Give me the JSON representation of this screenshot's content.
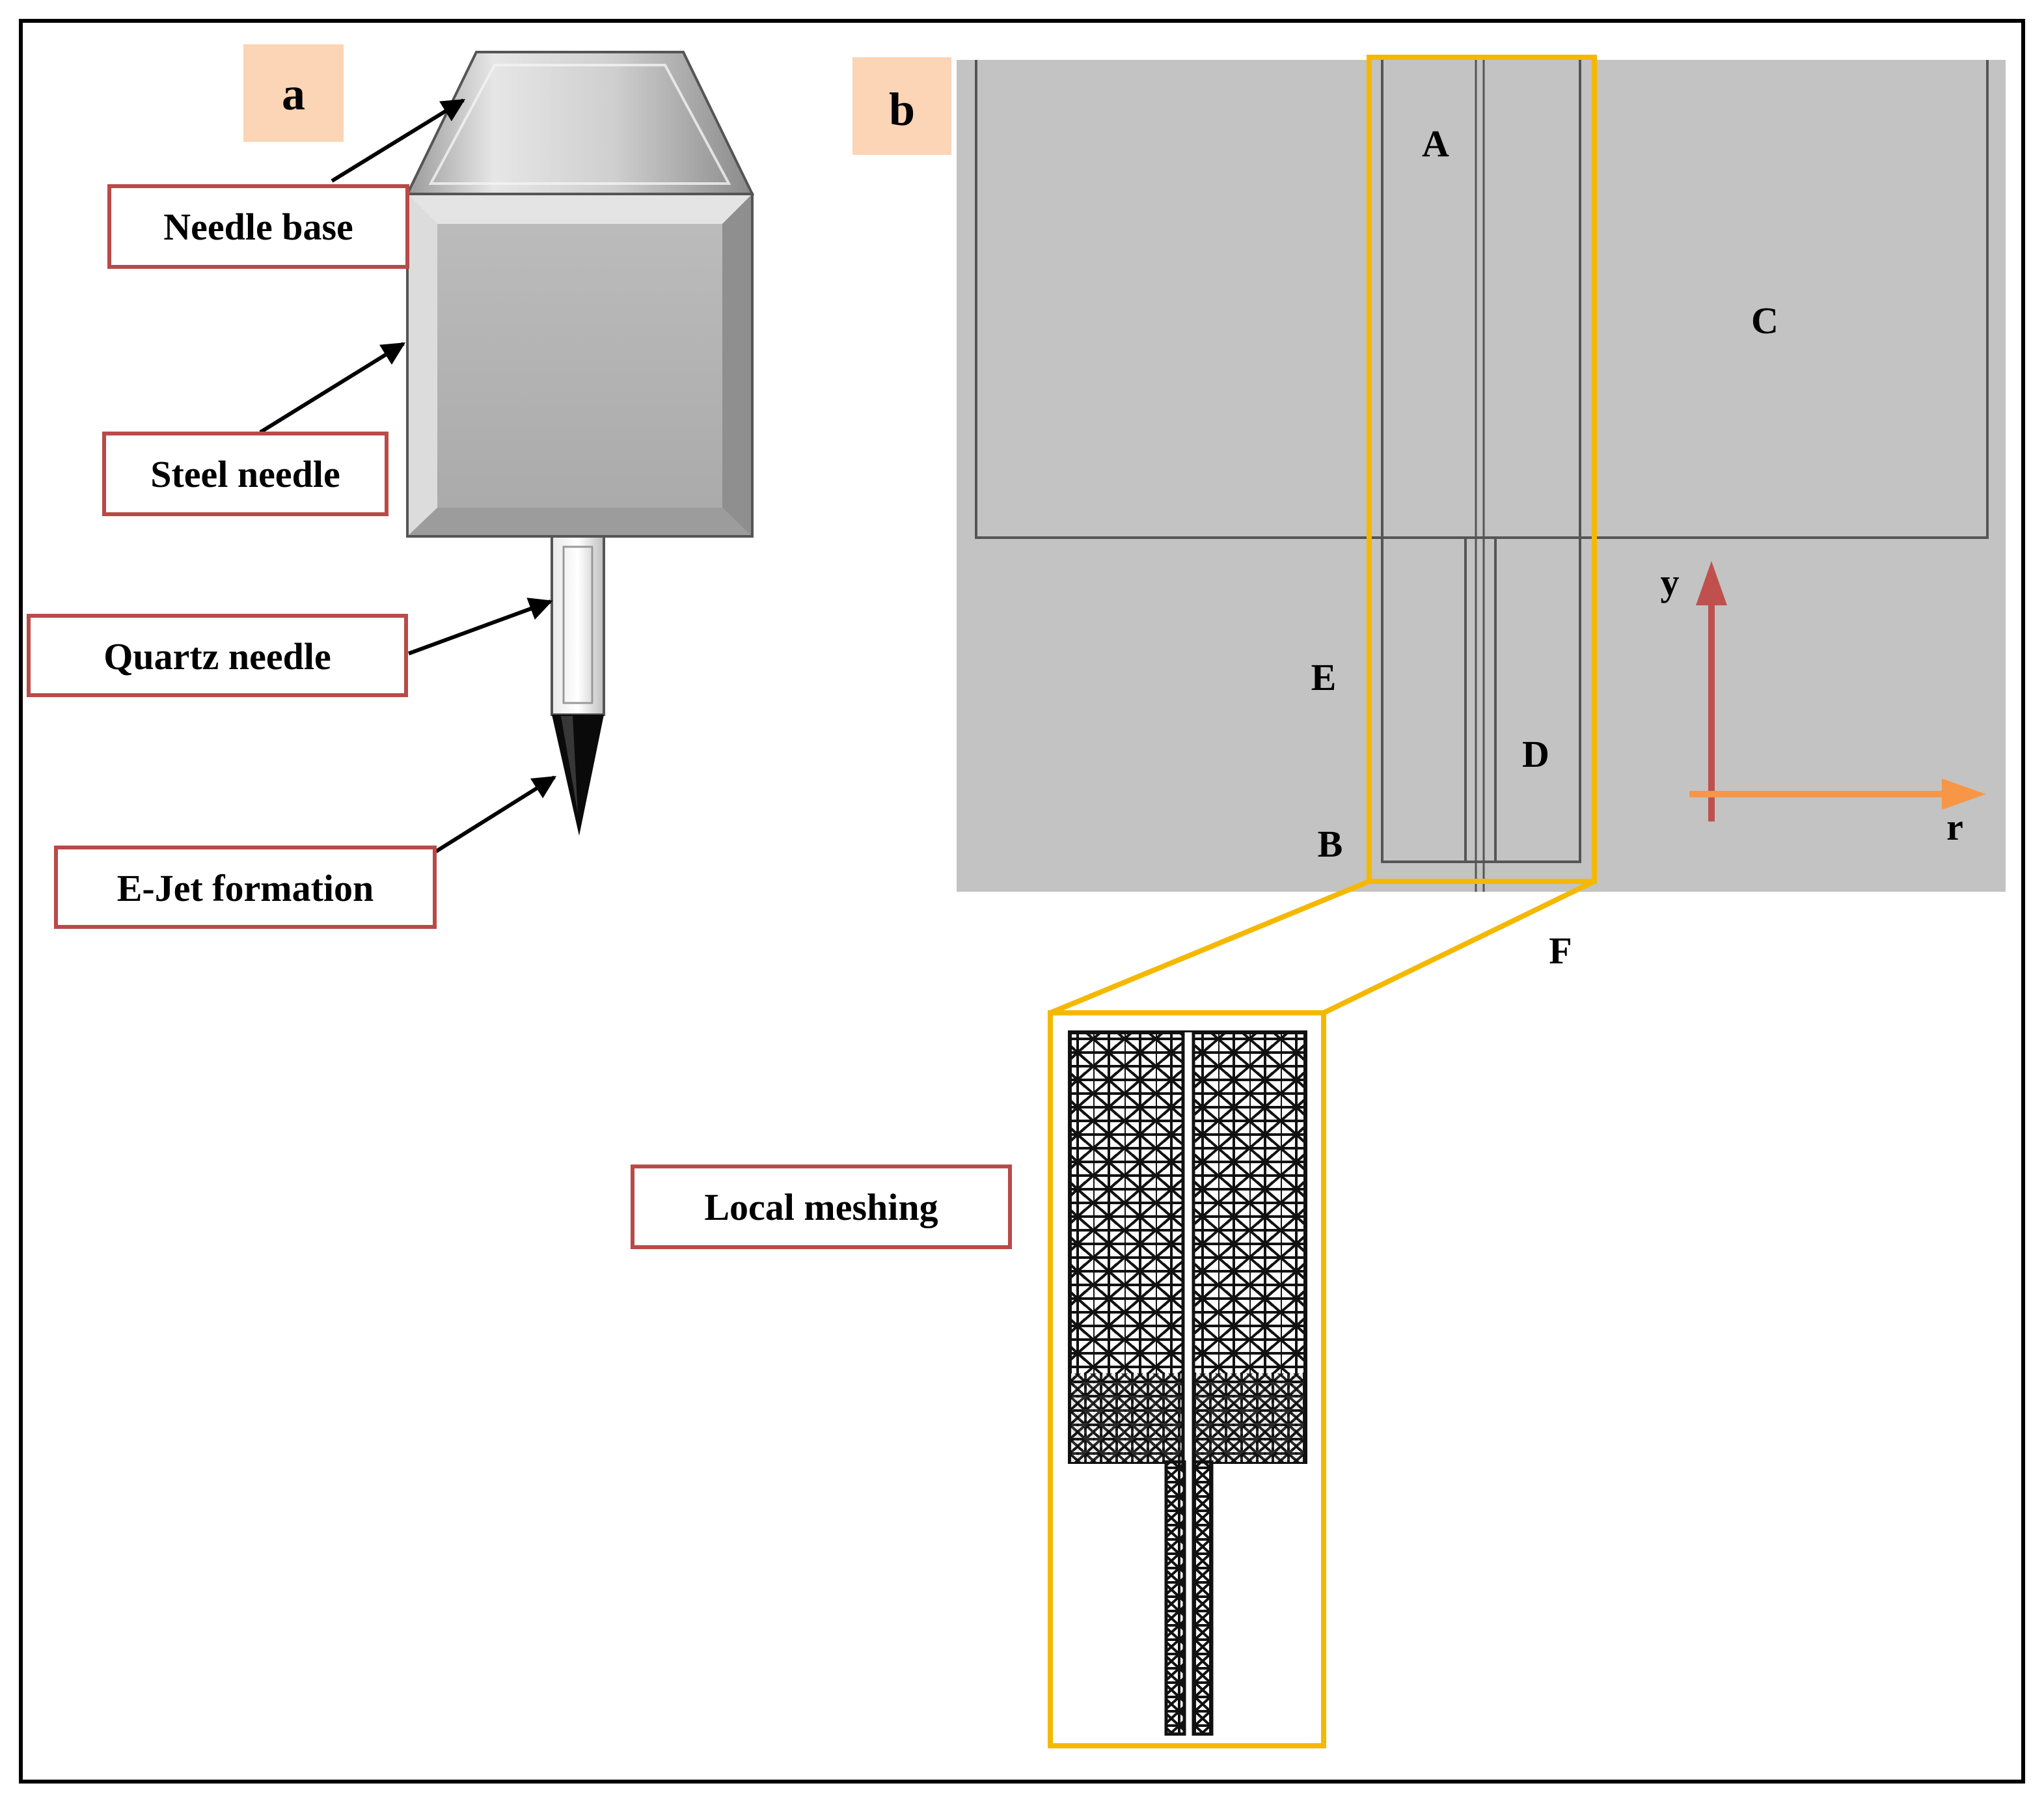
{
  "panel_a": {
    "tag": "a",
    "callouts": {
      "needle_base": "Needle base",
      "steel_needle": "Steel needle",
      "quartz_needle": "Quartz needle",
      "ejet": "E-Jet formation"
    }
  },
  "panel_b": {
    "tag": "b",
    "regions": {
      "a": "A",
      "b": "B",
      "c": "C",
      "d": "D",
      "e": "E",
      "f": "F"
    },
    "axes": {
      "y": "y",
      "r": "r"
    }
  },
  "inset": {
    "label": "Local meshing"
  },
  "colors": {
    "frame": "#000000",
    "callout_border": "#b94a48",
    "tag_background": "#fbd5b5",
    "domain_gray": "#c3c3c3",
    "highlight": "#f5b800",
    "y_arrow": "#c0504d",
    "r_arrow": "#f79646",
    "mesh_dark": "#1a1a1a"
  }
}
